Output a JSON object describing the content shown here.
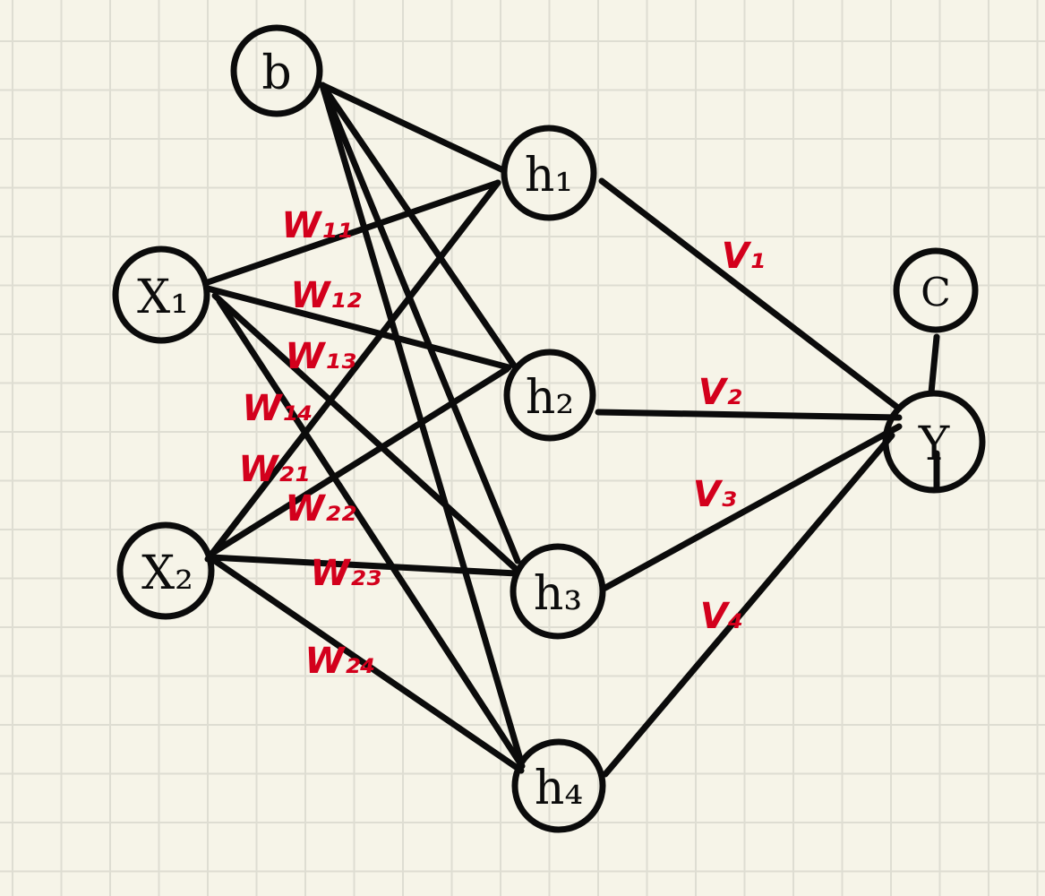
{
  "nodes": {
    "b": "b",
    "x1": "X₁",
    "x2": "X₂",
    "h1": "h₁",
    "h2": "h₂",
    "h3": "h₃",
    "h4": "h₄",
    "c": "C",
    "y": "Y"
  },
  "weights": {
    "w11": "W₁₁",
    "w12": "W₁₂",
    "w13": "W₁₃",
    "w14": "W₁₄",
    "w21": "W₂₁",
    "w22": "W₂₂",
    "w23": "W₂₃",
    "w24": "W₂₄",
    "v1": "V₁",
    "v2": "V₂",
    "v3": "V₃",
    "v4": "V₄"
  },
  "colors": {
    "ink": "#0b0b0b",
    "weight_label": "#d3001c",
    "paper": "#f6f4e8",
    "grid": "#deddd2"
  }
}
